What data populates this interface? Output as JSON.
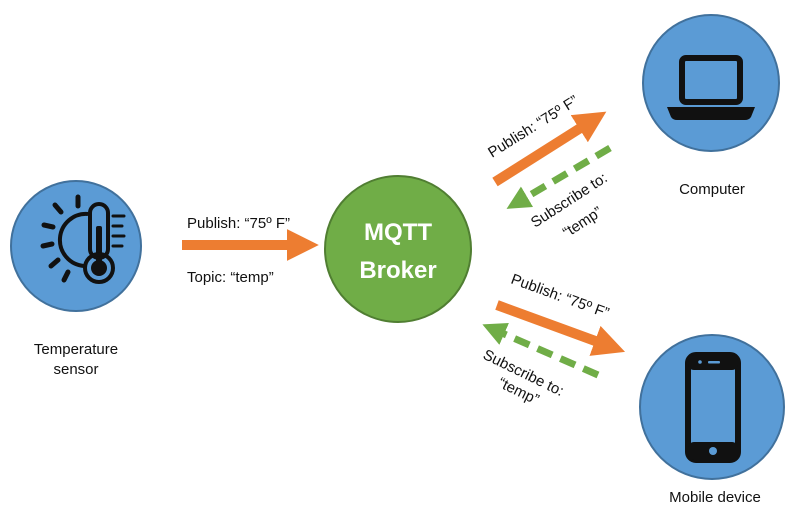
{
  "colors": {
    "device_fill": "#5b9bd5",
    "device_stroke": "#41719c",
    "broker_fill": "#70ad47",
    "broker_stroke": "#507e32",
    "publish_arrow": "#ed7d31",
    "subscribe_arrow": "#70ad47",
    "icon": "#111111"
  },
  "nodes": {
    "sensor": {
      "icon": "thermometer-sun-icon",
      "label_line1": "Temperature",
      "label_line2": "sensor"
    },
    "broker": {
      "line1": "MQTT",
      "line2": "Broker"
    },
    "computer": {
      "icon": "laptop-icon",
      "label": "Computer"
    },
    "mobile": {
      "icon": "smartphone-icon",
      "label": "Mobile device"
    }
  },
  "edges": {
    "sensor_to_broker": {
      "publish": "Publish: “75º F”",
      "topic": "Topic: “temp”"
    },
    "broker_to_computer": {
      "publish": "Publish: “75º F”",
      "subscribe_line1": "Subscribe to:",
      "subscribe_line2": "“temp”"
    },
    "broker_to_mobile": {
      "publish": "Publish: “75º F”",
      "subscribe_line1": "Subscribe to:",
      "subscribe_line2": "“temp”"
    }
  }
}
